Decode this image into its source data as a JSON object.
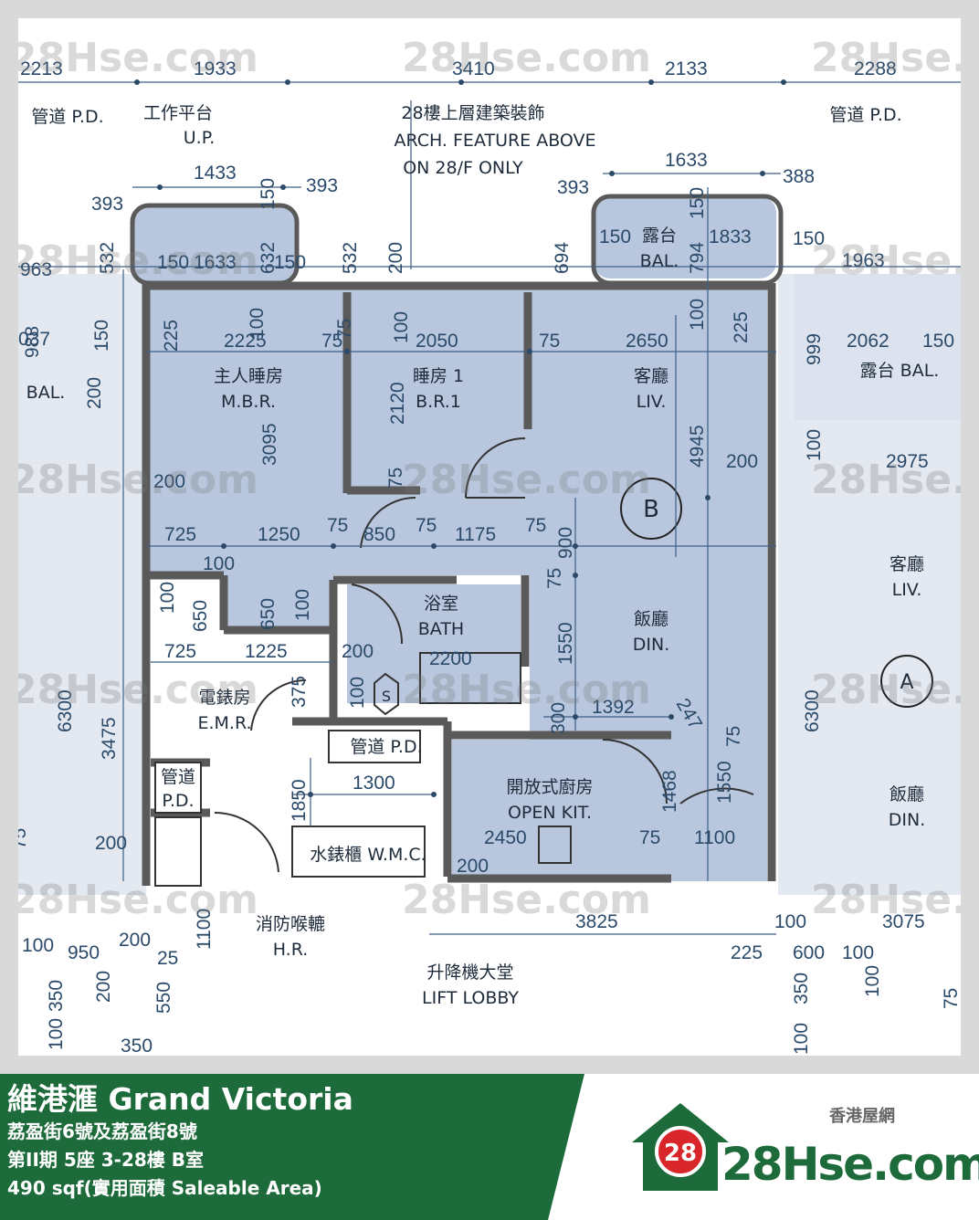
{
  "plan": {
    "unit_circle": "B",
    "neighbor_circle": "A",
    "rooms": {
      "mbr": [
        "主人睡房",
        "M.B.R."
      ],
      "br1": [
        "睡房 1",
        "B.R.1"
      ],
      "liv": [
        "客廳",
        "LIV."
      ],
      "din": [
        "飯廳",
        "DIN."
      ],
      "bath": [
        "浴室",
        "BATH"
      ],
      "kit": [
        "開放式廚房",
        "OPEN KIT."
      ],
      "emr": [
        "電錶房",
        "E.M.R."
      ],
      "pd_left": [
        "管道",
        "P.D."
      ],
      "pd_mid": "管道 P.D.",
      "wmc": "水錶櫃 W.M.C.",
      "hr": [
        "消防喉轆",
        "H.R."
      ],
      "lobby": [
        "升降機大堂",
        "LIFT LOBBY"
      ],
      "bal": [
        "露台",
        "BAL."
      ],
      "bal_right": "露台 BAL.",
      "bal_left": "BAL.",
      "liv_right": [
        "客廳",
        "LIV."
      ],
      "din_right": [
        "飯廳",
        "DIN."
      ],
      "up": [
        "工作平台",
        "U.P."
      ],
      "pd_top_left": "管道 P.D.",
      "pd_top_right": "管道 P.D.",
      "arch": [
        "28樓上層建築裝飾",
        "ARCH.  FEATURE ABOVE",
        "ON 28/F ONLY"
      ],
      "s_symbol": "S"
    },
    "dims": {
      "top": [
        "2213",
        "1933",
        "3410",
        "2133",
        "2288"
      ],
      "d1433": "1433",
      "d393a": "393",
      "d393b": "393",
      "d393c": "393",
      "d388": "388",
      "d1633a": "1633",
      "d150a": "150",
      "d1633b": "1633",
      "d632": "632",
      "d150b": "150",
      "d150c": "150",
      "d532a": "532",
      "d532b": "532",
      "d200a": "200",
      "d694": "694",
      "d150d": "150",
      "d1833": "1833",
      "d794": "794",
      "d150e": "150",
      "d150f": "150",
      "d1963": "1963",
      "d963": "963",
      "d225a": "225",
      "d100a": "100",
      "d150g": "150",
      "d2225": "2225",
      "d75a": "75",
      "d100b": "100",
      "d2050": "2050",
      "d75b": "75",
      "d2650": "2650",
      "d100c": "100",
      "d225b": "225",
      "d999": "999",
      "d2062": "2062",
      "d150h": "150",
      "d037": "037",
      "d988": "988",
      "d200b": "200",
      "d3095": "3095",
      "d2120": "2120",
      "d4945": "4945",
      "d200c": "200",
      "d100d": "100",
      "d2975": "2975",
      "d75c": "75",
      "d200d": "200",
      "d725a": "725",
      "d1250": "1250",
      "d75d": "75",
      "d850": "850",
      "d75e": "75",
      "d1175": "1175",
      "d75f": "75",
      "d900": "900",
      "d100e": "100",
      "d75g": "75",
      "d100f": "100",
      "d650a": "650",
      "d650b": "650",
      "d100g": "100",
      "d1550a": "1550",
      "d725b": "725",
      "d1225": "1225",
      "d200e": "200",
      "d2200": "2200",
      "d100h": "100",
      "d6300a": "6300",
      "d3475": "3475",
      "d375": "375",
      "d300": "300",
      "d1392": "1392",
      "d247": "247",
      "d75h": "75",
      "d6300b": "6300",
      "d1300": "1300",
      "d1850": "1850",
      "d1468": "1468",
      "d1550b": "1550",
      "d200f": "200",
      "d2450": "2450",
      "d75i": "75",
      "d1100a": "1100",
      "d200g": "200",
      "d3825": "3825",
      "d100i": "100",
      "d3075": "3075",
      "d225c": "225",
      "d600": "600",
      "d100j": "100",
      "d100k": "100",
      "d200h": "200",
      "d950": "950",
      "d25": "25",
      "d1100b": "1100",
      "d350a": "350",
      "d200i": "200",
      "d550": "550",
      "d100l": "100",
      "d350b": "350",
      "d350c": "350",
      "d100m": "100",
      "d100n": "100",
      "d75j": "75",
      "d75k": "75",
      "d75l": "75"
    },
    "watermark": "28Hse.com",
    "watermark_badge": "28"
  },
  "footer": {
    "title": "維港滙 Grand Victoria",
    "address": "荔盈街6號及荔盈街8號",
    "unit": "第II期 5座 3-28樓 B室",
    "area": "490 sqf(實用面積 Saleable Area)",
    "brand_tag": "香港屋網",
    "brand_badge": "28",
    "brand_wordmark": "28Hse.com"
  },
  "colors": {
    "room_fill": "#b8c7de",
    "wall": "#5a5a5a",
    "dim": "#2b4a6a",
    "footer_green": "#1d6a3b",
    "badge_red": "#d8262a"
  }
}
